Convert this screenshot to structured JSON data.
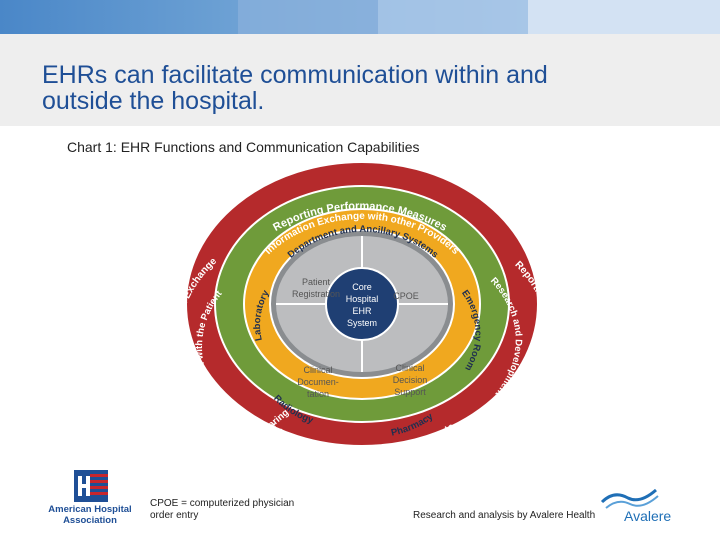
{
  "slide": {
    "title_line1": "EHRs can facilitate communication within and",
    "title_line2": "outside the hospital.",
    "chart_subtitle": "Chart 1:  EHR Functions and Communication Capabilities"
  },
  "diagram": {
    "center_lines": [
      "Core",
      "Hospital",
      "EHR",
      "System"
    ],
    "quadrants": {
      "top_left": [
        "Patient",
        "Registration"
      ],
      "top_right": [
        "CPOE"
      ],
      "bottom_left": [
        "Clinical",
        "Documen-",
        "tation"
      ],
      "bottom_right": [
        "Clinical",
        "Decision",
        "Support"
      ]
    },
    "yellow_ring": {
      "top": "Department and Ancillary Systems",
      "left": "Laboratory",
      "right": "Emergency Room",
      "bottom_left": "Radiology",
      "bottom_right": "Pharmacy"
    },
    "green_ring": {
      "top": "Information Exchange with other Providers",
      "left": "Information with the Patient",
      "left_lower": "Sharing",
      "right": "Research and Development",
      "bottom": "Information Exchange with other Hospitals"
    },
    "red_ring": {
      "top": "Reporting Performance Measures",
      "left": "National Health Information Exchange",
      "right": "Reporting Public Health Information"
    },
    "colors": {
      "red": "#b52a2c",
      "green": "#6f9b3a",
      "yellow": "#f0a81f",
      "gray": "#8a8d90",
      "navy": "#1f3f73"
    }
  },
  "footer": {
    "footnote": "CPOE = computerized physician order entry",
    "credit": "Research and analysis by Avalere Health",
    "aha_logo_text_1": "American Hospital",
    "aha_logo_text_2": "Association",
    "avalere_logo_text": "Avalere"
  }
}
